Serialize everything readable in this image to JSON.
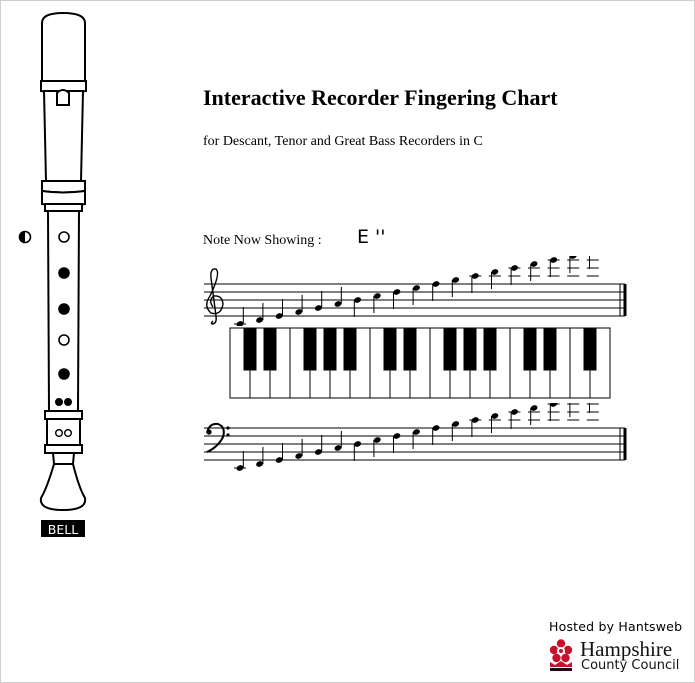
{
  "header": {
    "title": "Interactive Recorder Fingering Chart",
    "subtitle": "for Descant, Tenor and Great Bass Recorders in C"
  },
  "status": {
    "note_label": "Note Now Showing :",
    "note_value": "E ''"
  },
  "recorder": {
    "bell_label": "BELL",
    "thumb_hole": "half",
    "front_holes": [
      "open",
      "closed",
      "closed",
      "open",
      "closed",
      "closed-double",
      "open-double"
    ]
  },
  "staves": {
    "treble_note_count": 19,
    "bass_note_count": 19
  },
  "keyboard": {
    "white_key_count": 19
  },
  "footer": {
    "hosted_by": "Hosted by Hantsweb",
    "council_line1": "Hampshire",
    "council_line2": "County Council",
    "logo_color": "#c8102e"
  }
}
